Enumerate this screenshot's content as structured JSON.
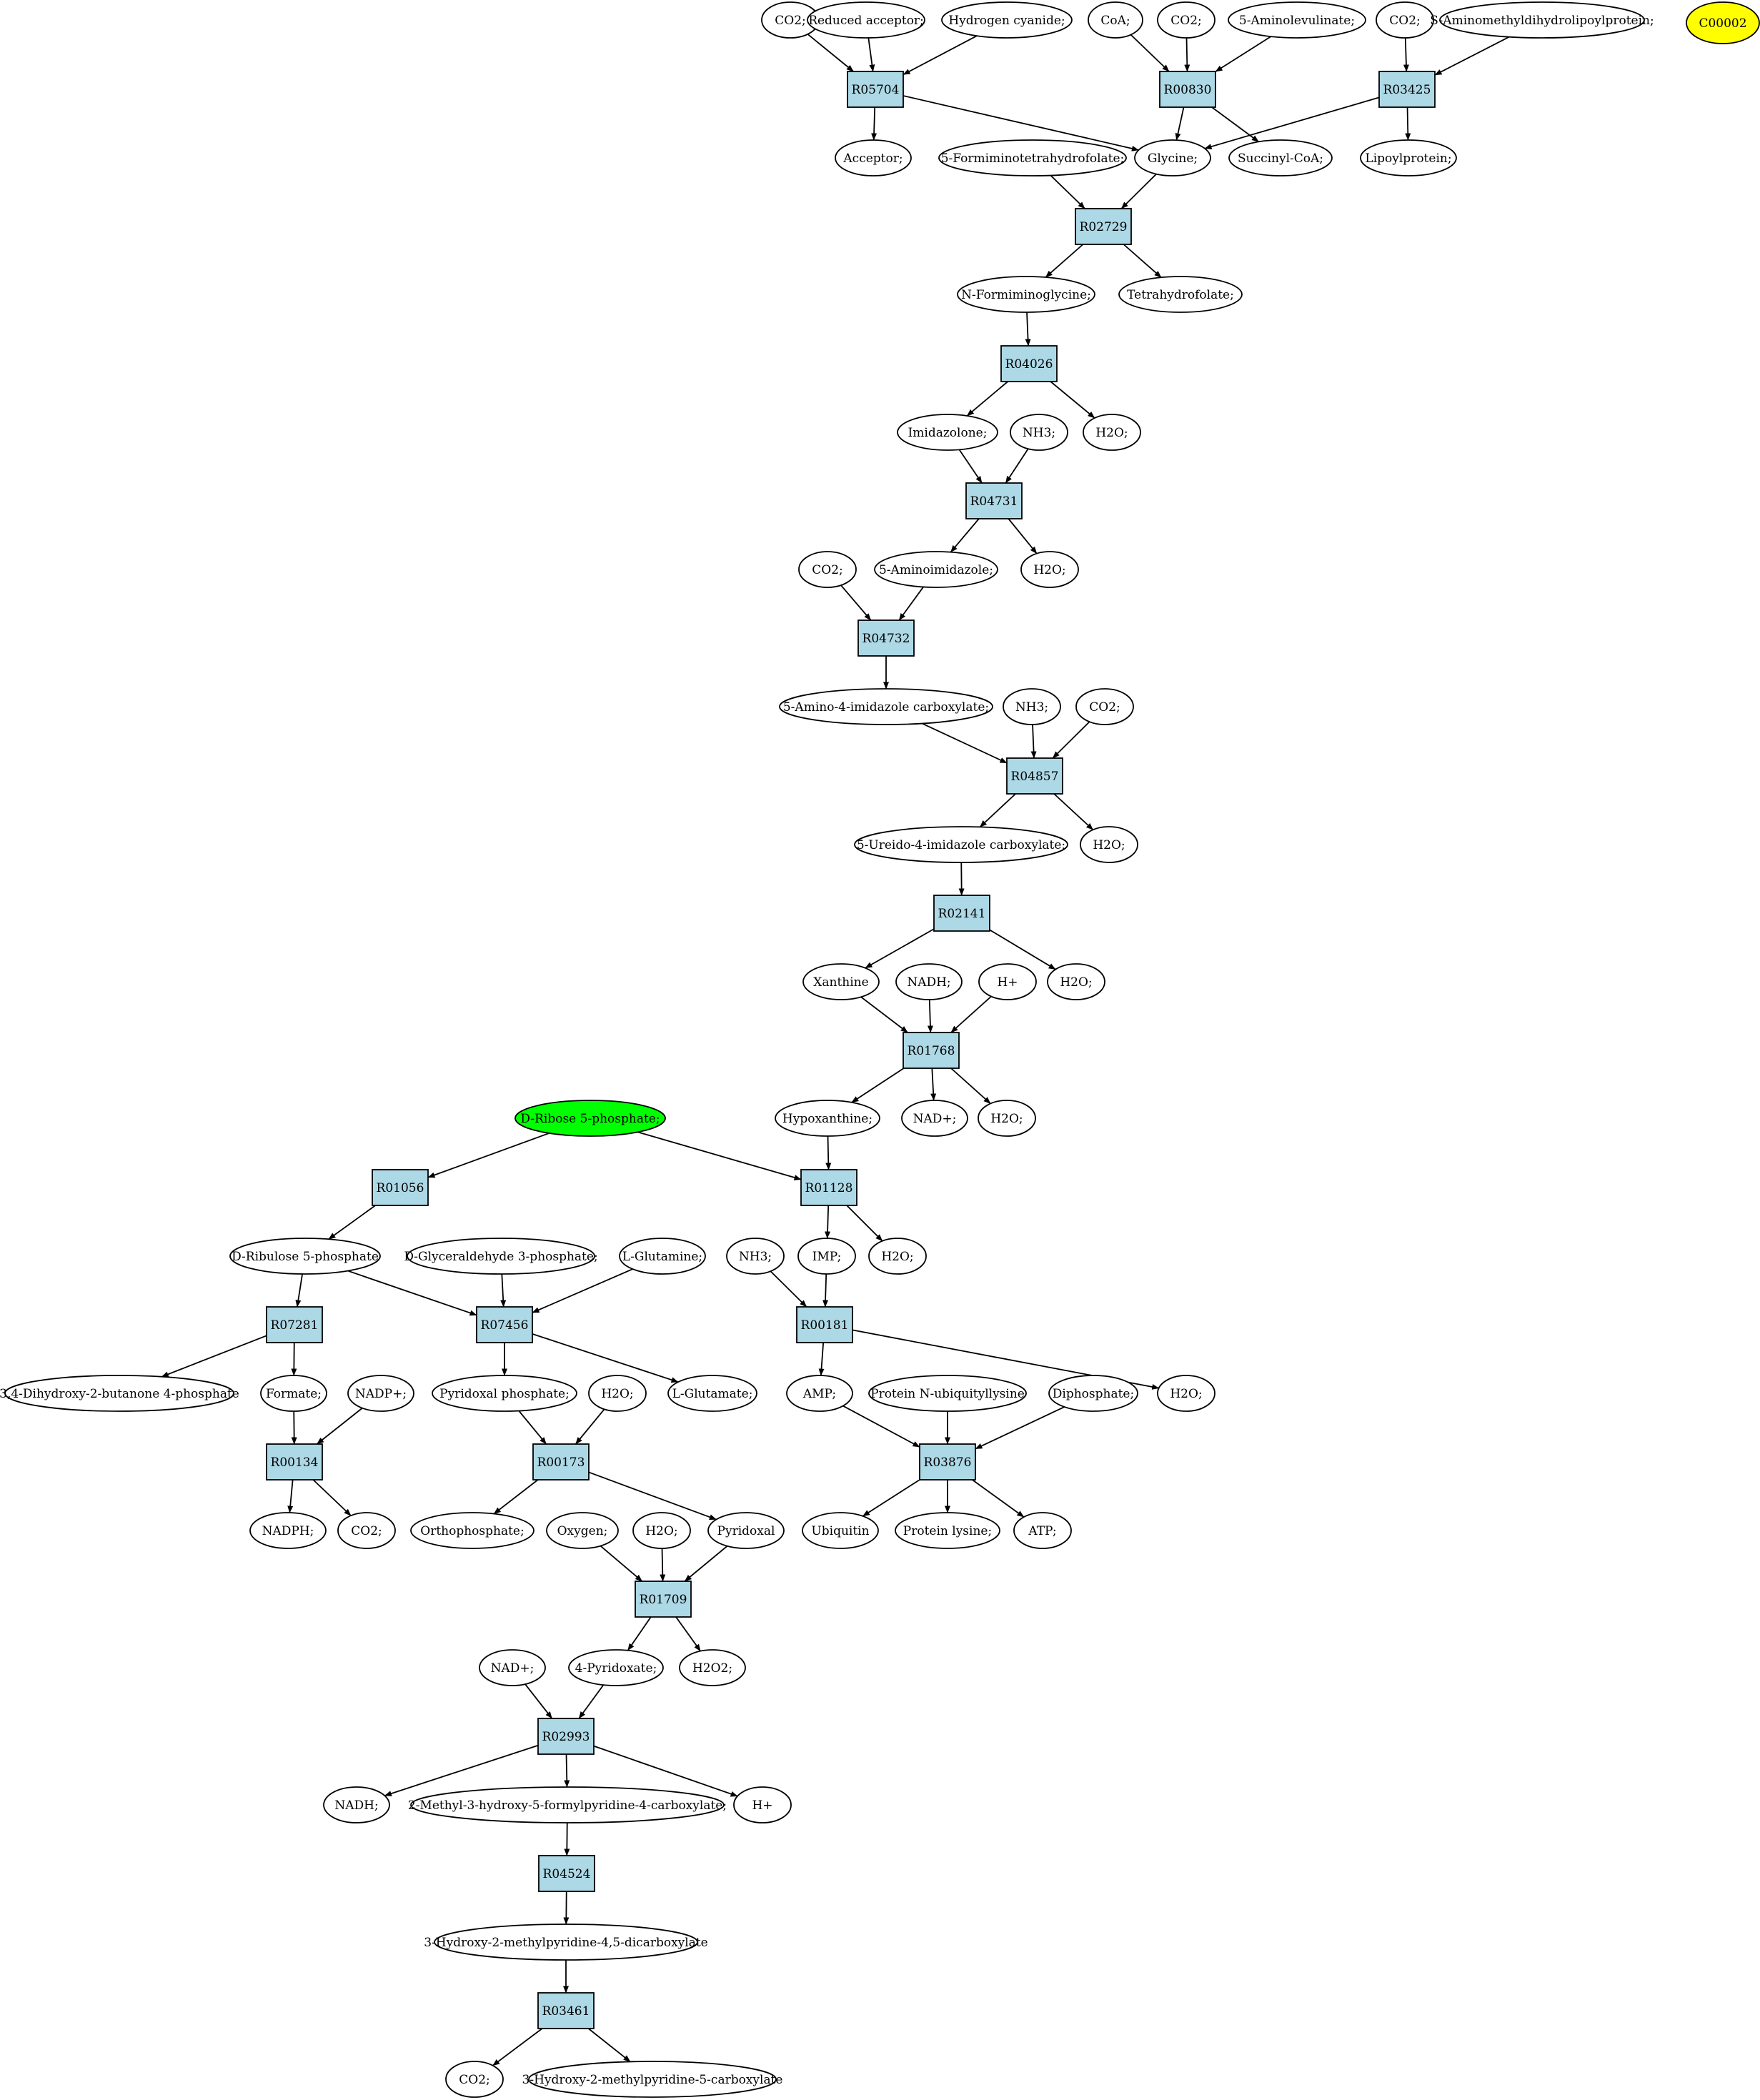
{
  "colors": {
    "reaction_fill": "#add8e6",
    "compound_fill": "#ffffff",
    "source_fill": "#00ff00",
    "target_fill": "#ffff00",
    "stroke": "#000000"
  },
  "compounds": {
    "co2_a": "CO2;",
    "reduced_acceptor": "Reduced acceptor;",
    "hydrogen_cyanide": "Hydrogen cyanide;",
    "coa": "CoA;",
    "co2_b": "CO2;",
    "aminolevulinate": "5-Aminolevulinate;",
    "co2_c": "CO2;",
    "aminomethyldihydrolipoylprotein": "S-Aminomethyldihydrolipoylprotein;",
    "c00002": "C00002",
    "acceptor": "Acceptor;",
    "formiminotetrahydrofolate": "5-Formiminotetrahydrofolate;",
    "glycine": "Glycine;",
    "succinyl_coa": "Succinyl-CoA;",
    "lipoylprotein": "Lipoylprotein;",
    "n_formiminoglycine": "N-Formiminoglycine;",
    "tetrahydrofolate": "Tetrahydrofolate;",
    "imidazolone": "Imidazolone;",
    "nh3_a": "NH3;",
    "h2o_a": "H2O;",
    "co2_d": "CO2;",
    "aminoimidazole": "5-Aminoimidazole;",
    "h2o_b": "H2O;",
    "amino_imidazole_carboxylate": "5-Amino-4-imidazole carboxylate;",
    "nh3_b": "NH3;",
    "co2_e": "CO2;",
    "ureido_imidazole_carboxylate": "5-Ureido-4-imidazole carboxylate;",
    "h2o_c": "H2O;",
    "xanthine": "Xanthine",
    "nadh_a": "NADH;",
    "h_plus_a": "H+",
    "h2o_d": "H2O;",
    "hypoxanthine": "Hypoxanthine;",
    "nad_plus_a": "NAD+;",
    "h2o_e": "H2O;",
    "ribose_5_phosphate": "D-Ribose 5-phosphate;",
    "ribulose_5_phosphate": "D-Ribulose 5-phosphate",
    "glyceraldehyde_3_phosphate": "D-Glyceraldehyde 3-phosphate;",
    "l_glutamine": "L-Glutamine;",
    "nh3_c": "NH3;",
    "imp": "IMP;",
    "h2o_f": "H2O;",
    "dihydroxy_butanone_phosphate": "3,4-Dihydroxy-2-butanone 4-phosphate",
    "formate": "Formate;",
    "nadp_plus": "NADP+;",
    "pyridoxal_phosphate": "Pyridoxal phosphate;",
    "h2o_g": "H2O;",
    "l_glutamate": "L-Glutamate;",
    "amp": "AMP;",
    "protein_n_ubiquityllysine": "Protein N-ubiquityllysine",
    "diphosphate": "Diphosphate;",
    "h2o_h": "H2O;",
    "nadph": "NADPH;",
    "co2_f": "CO2;",
    "orthophosphate": "Orthophosphate;",
    "oxygen": "Oxygen;",
    "h2o_i": "H2O;",
    "pyridoxal": "Pyridoxal",
    "ubiquitin": "Ubiquitin",
    "protein_lysine": "Protein lysine;",
    "atp": "ATP;",
    "nad_plus_b": "NAD+;",
    "pyridoxate": "4-Pyridoxate;",
    "h2o2": "H2O2;",
    "nadh_b": "NADH;",
    "methyl_hydroxy_formylpyridine_carboxylate": "2-Methyl-3-hydroxy-5-formylpyridine-4-carboxylate;",
    "h_plus_b": "H+",
    "hydroxy_methylpyridine_dicarboxylate": "3-Hydroxy-2-methylpyridine-4,5-dicarboxylate",
    "co2_g": "CO2;",
    "hydroxy_methylpyridine_carboxylate": "3-Hydroxy-2-methylpyridine-5-carboxylate"
  },
  "reactions": {
    "r05704": "R05704",
    "r00830": "R00830",
    "r03425": "R03425",
    "r02729": "R02729",
    "r04026": "R04026",
    "r04731": "R04731",
    "r04732": "R04732",
    "r04857": "R04857",
    "r02141": "R02141",
    "r01768": "R01768",
    "r01056": "R01056",
    "r01128": "R01128",
    "r07281": "R07281",
    "r07456": "R07456",
    "r00181": "R00181",
    "r00134": "R00134",
    "r00173": "R00173",
    "r03876": "R03876",
    "r01709": "R01709",
    "r02993": "R02993",
    "r04524": "R04524",
    "r03461": "R03461"
  }
}
